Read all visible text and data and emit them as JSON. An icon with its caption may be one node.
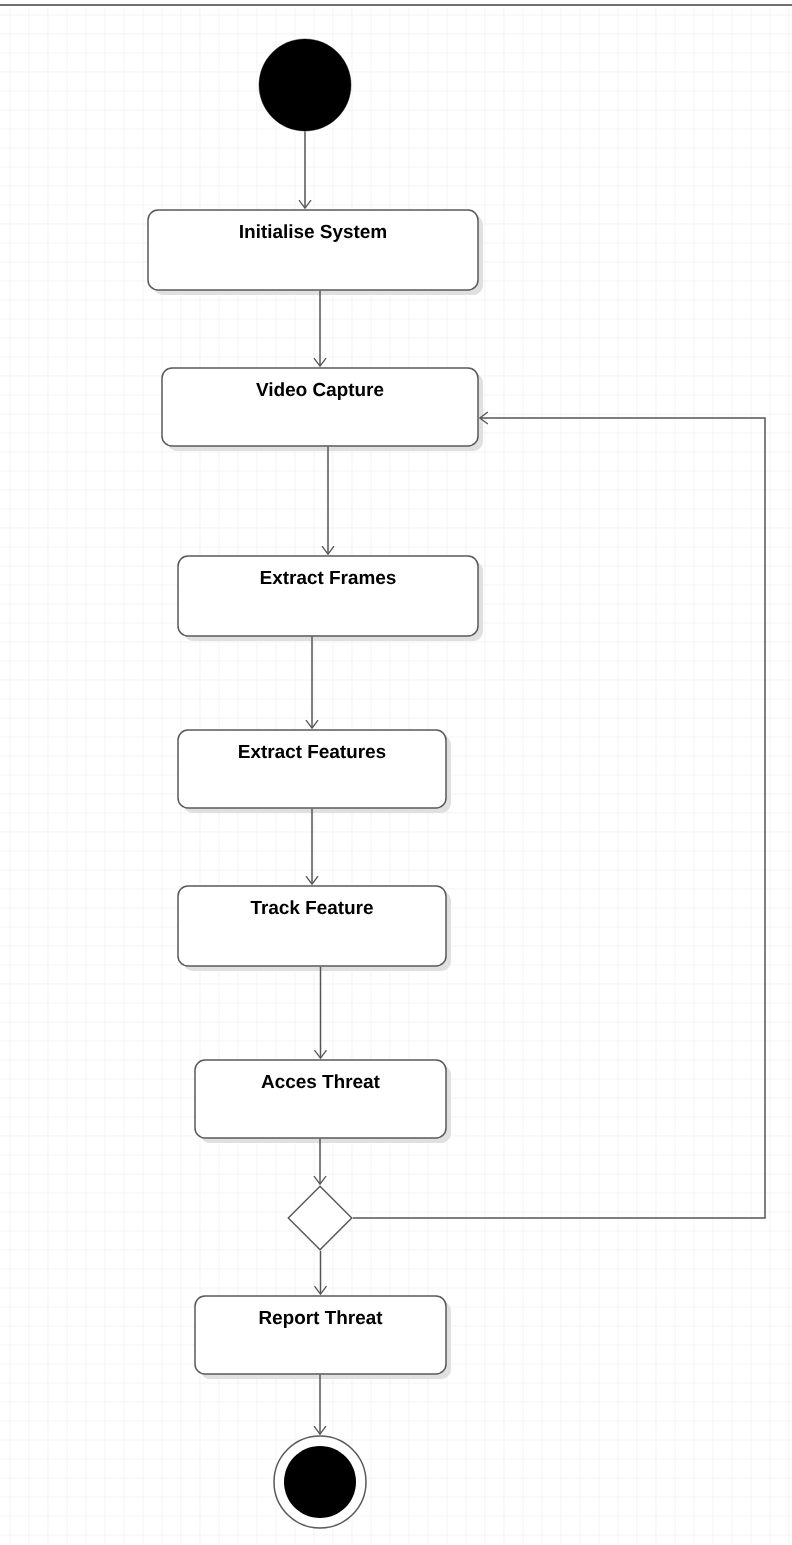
{
  "diagram": {
    "nodes": [
      {
        "text": [],
        "shape": "circle"
      },
      {
        "text": [
          "Initialise System"
        ]
      },
      {
        "text": [
          "Video Capture"
        ]
      },
      {
        "text": [
          "Extract Frames"
        ]
      },
      {
        "text": [
          "Extract Features"
        ]
      },
      {
        "text": [
          "Track Feature"
        ]
      },
      {
        "text": [
          "Acces Threat"
        ]
      },
      {
        "text": [],
        "shape": "diamond"
      },
      {
        "text": [
          "Report Threat"
        ]
      },
      {
        "text": [],
        "shape": "circle"
      }
    ],
    "edges": [
      {
        "from": 0,
        "to": 1,
        "arrow": "to"
      },
      {
        "from": 1,
        "to": 2,
        "arrow": "to"
      },
      {
        "from": 2,
        "to": 3,
        "arrow": "to"
      },
      {
        "from": 3,
        "to": 4,
        "arrow": "to"
      },
      {
        "from": 4,
        "to": 5,
        "arrow": "to"
      },
      {
        "from": 5,
        "to": 6,
        "arrow": "to"
      },
      {
        "from": 6,
        "to": 7,
        "arrow": "to"
      },
      {
        "from": 7,
        "to": 8,
        "arrow": "to"
      },
      {
        "from": 7,
        "to": 2,
        "arrow": "to"
      },
      {
        "from": 8,
        "to": 9,
        "arrow": "to"
      }
    ]
  }
}
